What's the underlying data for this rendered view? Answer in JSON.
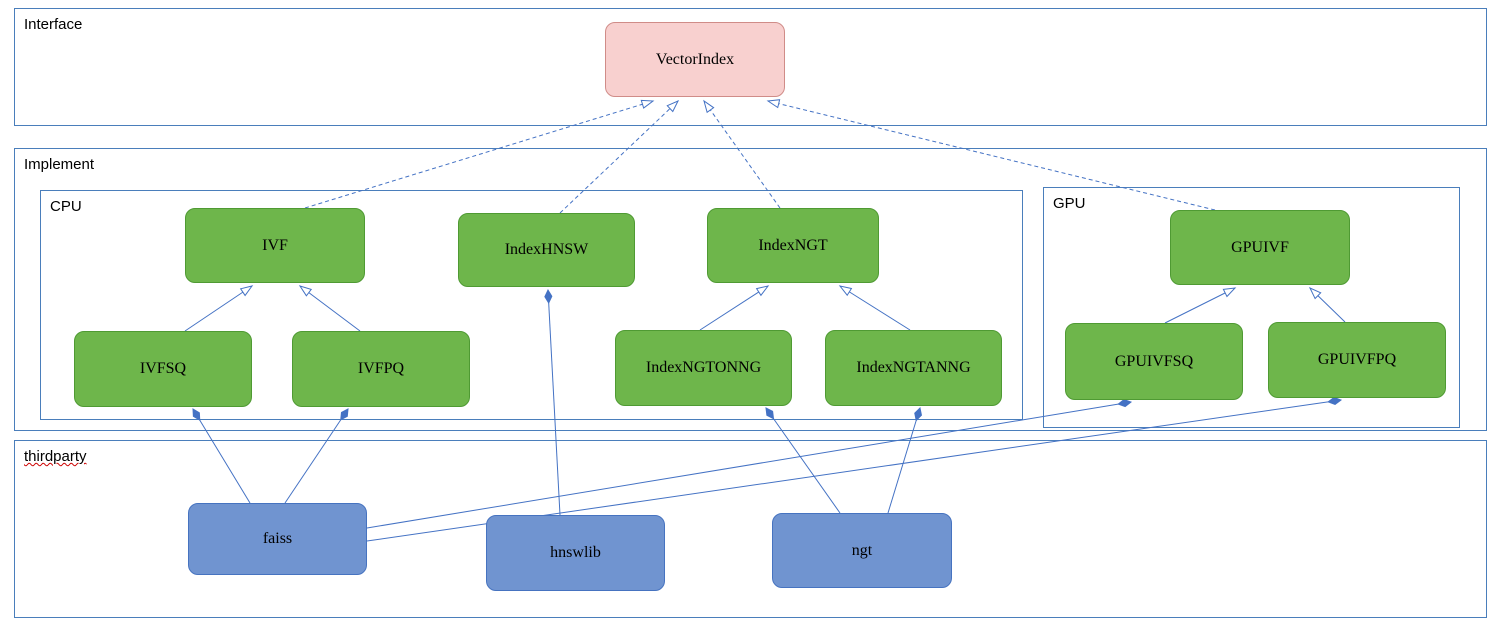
{
  "containers": {
    "interface": "Interface",
    "implement": "Implement",
    "cpu": "CPU",
    "gpu": "GPU",
    "thirdparty": "thirdparty"
  },
  "nodes": {
    "vectorindex": "VectorIndex",
    "ivf": "IVF",
    "indexhnsw": "IndexHNSW",
    "indexngt": "IndexNGT",
    "ivfsq": "IVFSQ",
    "ivfpq": "IVFPQ",
    "indexngtonng": "IndexNGTONNG",
    "indexngtanng": "IndexNGTANNG",
    "gpuivf": "GPUIVF",
    "gpuivfsq": "GPUIVFSQ",
    "gpuivfpq": "GPUIVFPQ",
    "faiss": "faiss",
    "hnswlib": "hnswlib",
    "ngt": "ngt"
  },
  "edges": [
    {
      "from": "IVF",
      "to": "VectorIndex",
      "type": "realization-dashed-hollow-arrow"
    },
    {
      "from": "IndexHNSW",
      "to": "VectorIndex",
      "type": "realization-dashed-hollow-arrow"
    },
    {
      "from": "IndexNGT",
      "to": "VectorIndex",
      "type": "realization-dashed-hollow-arrow"
    },
    {
      "from": "GPUIVF",
      "to": "VectorIndex",
      "type": "realization-dashed-hollow-arrow"
    },
    {
      "from": "IVFSQ",
      "to": "IVF",
      "type": "generalization-hollow-arrow"
    },
    {
      "from": "IVFPQ",
      "to": "IVF",
      "type": "generalization-hollow-arrow"
    },
    {
      "from": "IndexNGTONNG",
      "to": "IndexNGT",
      "type": "generalization-hollow-arrow"
    },
    {
      "from": "IndexNGTANNG",
      "to": "IndexNGT",
      "type": "generalization-hollow-arrow"
    },
    {
      "from": "GPUIVFSQ",
      "to": "GPUIVF",
      "type": "generalization-hollow-arrow"
    },
    {
      "from": "GPUIVFPQ",
      "to": "GPUIVF",
      "type": "generalization-hollow-arrow"
    },
    {
      "from": "faiss",
      "to": "IVFSQ",
      "type": "composition-filled-diamond"
    },
    {
      "from": "faiss",
      "to": "IVFPQ",
      "type": "composition-filled-diamond"
    },
    {
      "from": "faiss",
      "to": "GPUIVFSQ",
      "type": "composition-filled-diamond"
    },
    {
      "from": "faiss",
      "to": "GPUIVFPQ",
      "type": "composition-filled-diamond"
    },
    {
      "from": "hnswlib",
      "to": "IndexHNSW",
      "type": "composition-filled-diamond"
    },
    {
      "from": "ngt",
      "to": "IndexNGTONNG",
      "type": "composition-filled-diamond"
    },
    {
      "from": "ngt",
      "to": "IndexNGTANNG",
      "type": "composition-filled-diamond"
    }
  ],
  "colors": {
    "container_border": "#4a7ebb",
    "edge": "#4472c4",
    "node_pink_fill": "#f8d0cf",
    "node_pink_border": "#d08c88",
    "node_green_fill": "#6eb64b",
    "node_green_border": "#4f9a33",
    "node_blue_fill": "#7094d0",
    "node_blue_border": "#4673c0",
    "misspell_underline": "#cc0000"
  }
}
